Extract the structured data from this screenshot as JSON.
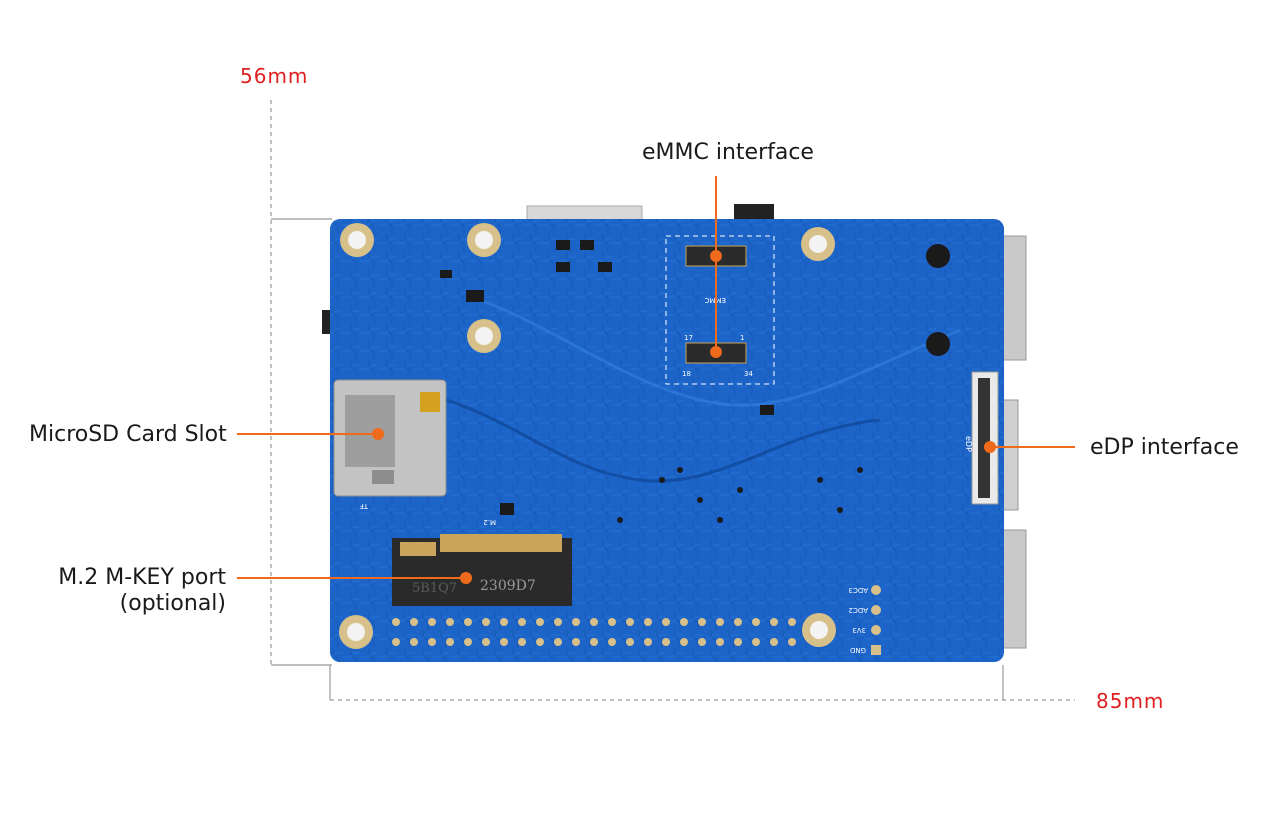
{
  "dimensions": {
    "height_label": "56mm",
    "width_label": "85mm",
    "color": "#e02020"
  },
  "callouts": {
    "emmc": "eMMC interface",
    "edp": "eDP interface",
    "microsd": "MicroSD Card Slot",
    "m2_line1": "M.2 M-KEY port",
    "m2_line2": "(optional)",
    "leader_color": "#ef6a1a"
  },
  "board": {
    "pcb_color": "#1c64c8",
    "silkscreen": {
      "emmc": "EMMC",
      "edp": "eDP",
      "tf": "TF",
      "m2": "M.2",
      "m2_chip": "2309D7",
      "m2_chip_left": "5B1Q7",
      "adc3": "ADC3",
      "adc2": "ADC2",
      "v3": "3V3",
      "gnd": "GND",
      "pin17": "17",
      "pin1": "1",
      "pin18": "18",
      "pin34": "34"
    }
  }
}
